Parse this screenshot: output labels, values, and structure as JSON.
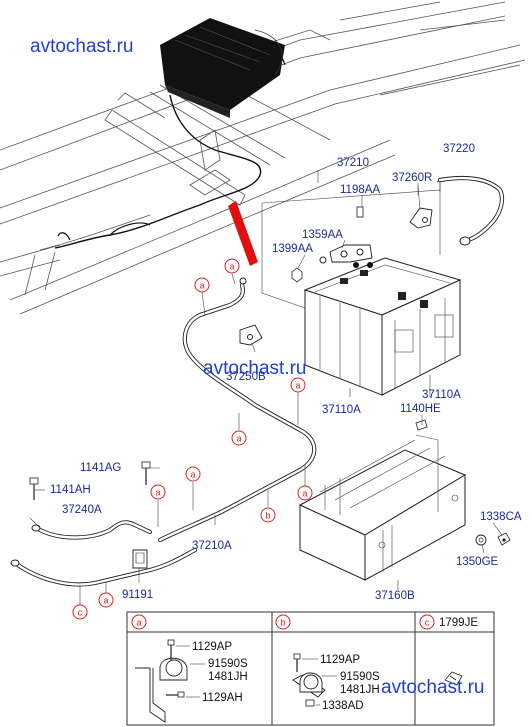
{
  "watermarks": [
    "avtochast.ru",
    "avtochast.ru",
    "avtochast.ru"
  ],
  "parts": {
    "p37210": "37210",
    "p1198AA": "1198AA",
    "p37260R": "37260R",
    "p37220": "37220",
    "p1359AA": "1359AA",
    "p1399AA": "1399AA",
    "p37250B": "37250B",
    "p37110A_left": "37110A",
    "p37110A_right": "37110A",
    "p1140HE": "1140HE",
    "p1141AG": "1141AG",
    "p1141AH": "1141AH",
    "p37240A": "37240A",
    "p37210A": "37210A",
    "p91191": "91191",
    "p1338CA": "1338CA",
    "p1350GE": "1350GE",
    "p37160B": "37160B"
  },
  "callouts": {
    "a": "a",
    "b": "b",
    "c": "c"
  },
  "legend": {
    "a": {
      "letter": "a",
      "parts": [
        "1129AP",
        "91590S",
        "1481JH",
        "1129AH"
      ]
    },
    "b": {
      "letter": "b",
      "parts": [
        "1129AP",
        "91590S",
        "1481JH",
        "1338AD"
      ]
    },
    "c": {
      "letter": "c",
      "parts": [
        "1799JE"
      ]
    }
  },
  "colors": {
    "part_number": "#1a2a9a",
    "watermark": "#1f3fd0",
    "callout": "#dd2222",
    "highlight": "#e01010",
    "battery_top": "#111111"
  }
}
